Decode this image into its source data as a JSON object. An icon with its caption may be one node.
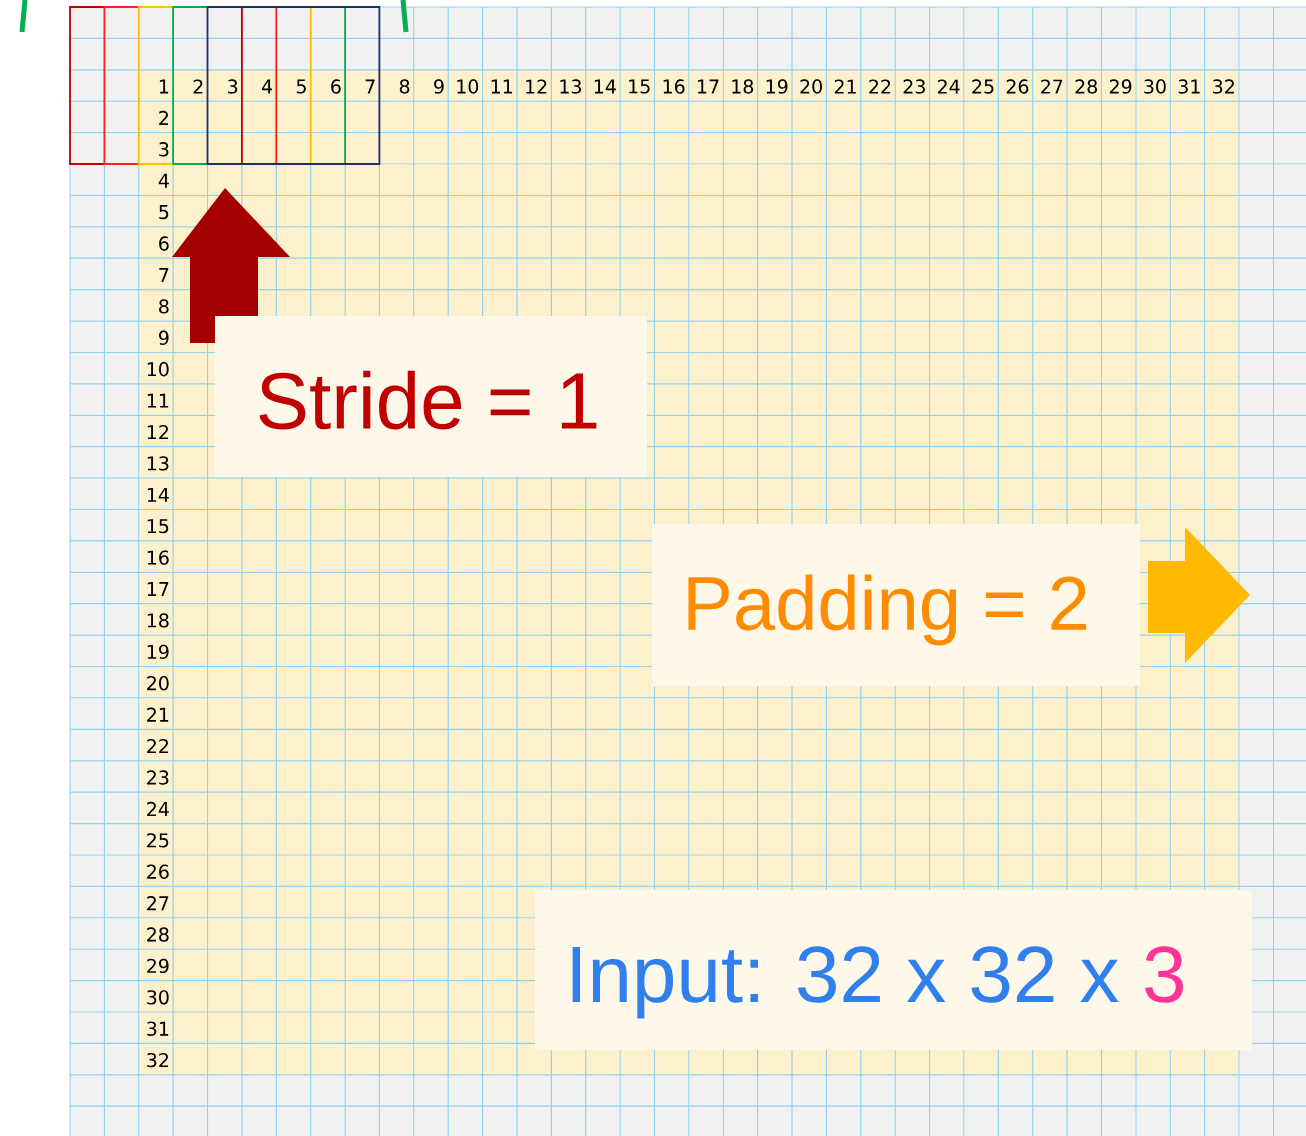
{
  "diagram": {
    "labels": [
      "1",
      "2",
      "3",
      "4",
      "5",
      "6",
      "7",
      "8",
      "9",
      "10",
      "11",
      "12",
      "13",
      "14",
      "15",
      "16",
      "17",
      "18",
      "19",
      "20",
      "21",
      "22",
      "23",
      "24",
      "25",
      "26",
      "27",
      "28",
      "29",
      "30",
      "31",
      "32",
      "2",
      "3",
      "4",
      "5",
      "6",
      "7",
      "8",
      "9",
      "10",
      "11",
      "12",
      "13",
      "14",
      "15",
      "16",
      "17",
      "18",
      "19",
      "20",
      "21",
      "22",
      "23",
      "24",
      "25",
      "26",
      "27",
      "28",
      "29",
      "30",
      "31",
      "32",
      "Stride = 1",
      "Padding = 2",
      "Input: 32 x 32 x",
      "3"
    ]
  }
}
